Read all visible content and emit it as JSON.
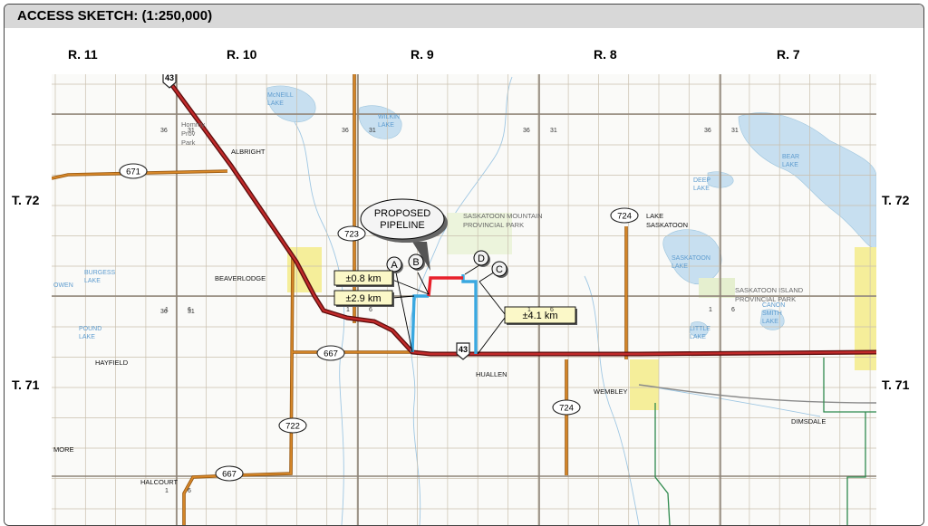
{
  "title": "ACCESS SKETCH:  (1:250,000)",
  "ranges": [
    "R. 11",
    "R. 10",
    "R. 9",
    "R. 8",
    "R. 7"
  ],
  "townships": {
    "upper": "T. 72",
    "lower": "T. 71"
  },
  "callout": "PROPOSED\nPIPELINE",
  "points": [
    "A",
    "B",
    "C",
    "D"
  ],
  "distances": [
    "±0.8 km",
    "±2.9 km",
    "±4.1 km"
  ],
  "highway_shields": [
    "43",
    "43",
    "671",
    "723",
    "667",
    "724",
    "724",
    "722",
    "667"
  ],
  "places": [
    "ALBRIGHT",
    "BEAVERLODGE",
    "HAYFIELD",
    "HUALLEN",
    "WEMBLEY",
    "DIMSDALE",
    "HALCOURT",
    "LAKE\nSASKATOON",
    "SASKATOON MOUNTAIN\nPROVINCIAL PARK",
    "SASKATOON ISLAND\nPROVINCIAL PARK",
    "Hommy\nProv\nPark",
    "MORE"
  ],
  "water_labels": [
    "McNEILL\nLAKE",
    "WILKIN\nLAKE",
    "BEAR\nLAKE",
    "SASKATOON\nLAKE",
    "LITTLE\nLAKE",
    "CANON\nSMITH\nLAKE",
    "DEEP\nLAKE",
    "BURGESS\nLAKE",
    "OWEN",
    "POUND\nLAKE"
  ],
  "section_numbers": [
    "36",
    "31",
    "1",
    "6",
    "36",
    "31",
    "1",
    "6",
    "36",
    "31",
    "1",
    "6",
    "36",
    "31",
    "1",
    "6",
    "36",
    "31",
    "1",
    "6"
  ],
  "colors": {
    "pipeline_red": "#e8202a",
    "pipeline_blue": "#3aa8e0",
    "highway": "#8b1a1a",
    "secondary_road": "#c8761e",
    "water": "#bcd8ea",
    "park": "#eef5e0",
    "town": "#f6ef9e"
  }
}
